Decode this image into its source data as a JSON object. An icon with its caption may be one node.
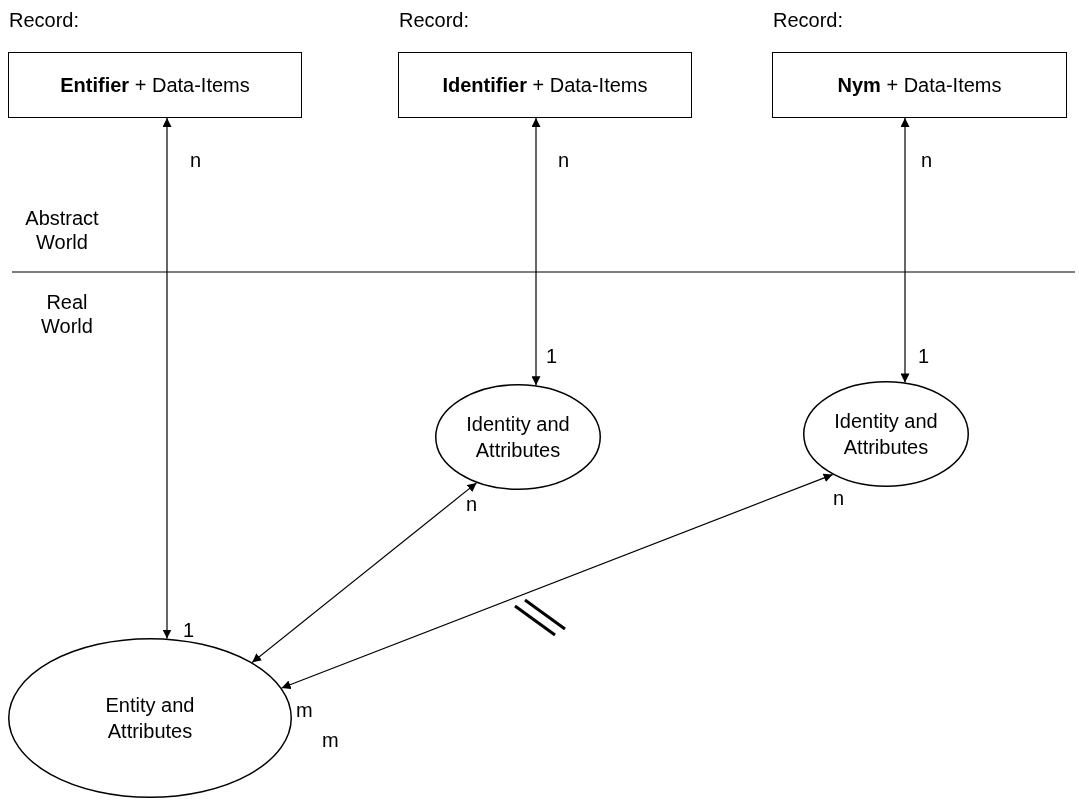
{
  "diagram": {
    "nodes": [
      {
        "text": [
          "Record:",
          "**Entifier** + Data-Items"
        ]
      },
      {
        "text": [
          "Record:",
          "**Identifier** + Data-Items"
        ]
      },
      {
        "text": [
          "Record:",
          "**Nym** + Data-Items"
        ]
      },
      {
        "text": [
          "Identity and Attributes"
        ]
      },
      {
        "text": [
          "Identity and Attributes"
        ]
      },
      {
        "text": [
          "Entity and Attributes"
        ]
      }
    ],
    "edges": [
      {
        "from": 0,
        "to": 5,
        "arrow": "both"
      },
      {
        "from": 1,
        "to": 3,
        "arrow": "both"
      },
      {
        "from": 2,
        "to": 4,
        "arrow": "both"
      },
      {
        "from": 3,
        "to": 5,
        "arrow": "both"
      },
      {
        "from": 4,
        "to": 5,
        "arrow": "both"
      }
    ],
    "labels": [
      "n",
      "n",
      "n",
      "Abstract World",
      "Real World",
      "1",
      "1",
      "n",
      "n",
      "1",
      "m",
      "m"
    ]
  }
}
